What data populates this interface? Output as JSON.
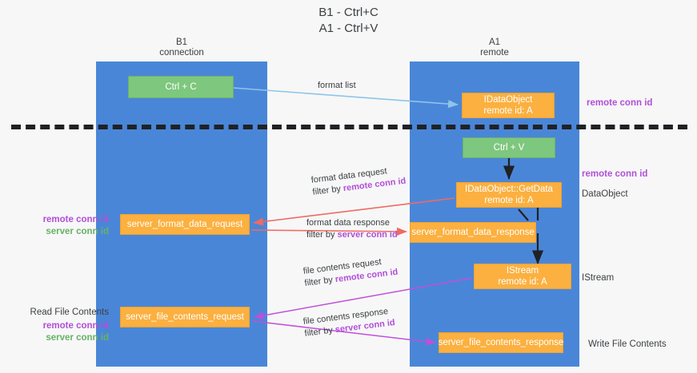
{
  "title": {
    "line1": "B1 - Ctrl+C",
    "line2": "A1 - Ctrl+V"
  },
  "lanes": [
    {
      "name": "B1",
      "subtitle": "connection"
    },
    {
      "name": "A1",
      "subtitle": "remote"
    }
  ],
  "nodes": {
    "ctrl_c": {
      "label": "Ctrl + C",
      "sub": "",
      "color": "#7ec77e"
    },
    "idataobject": {
      "label": "IDataObject",
      "sub": "remote id: A",
      "color": "#fbb040"
    },
    "ctrl_v": {
      "label": "Ctrl + V",
      "sub": "",
      "color": "#7ec77e"
    },
    "getdata": {
      "label": "IDataObject::GetData",
      "sub": "remote id: A",
      "color": "#fbb040"
    },
    "fmt_request": {
      "label": "server_format_data_request",
      "sub": "",
      "color": "#fbb040"
    },
    "fmt_response": {
      "label": "server_format_data_response",
      "sub": "",
      "color": "#fbb040"
    },
    "istream": {
      "label": "IStream",
      "sub": "remote id: A",
      "color": "#fbb040"
    },
    "file_request": {
      "label": "server_file_contents_request",
      "sub": "",
      "color": "#fbb040"
    },
    "file_response": {
      "label": "server_file_contents_response",
      "sub": "",
      "color": "#fbb040"
    }
  },
  "edges": {
    "format_list": {
      "line1": "format list",
      "line2_prefix": "",
      "line2_key": ""
    },
    "format_data_req": {
      "line1": "format data request",
      "line2_prefix": "filter by ",
      "line2_key": "remote conn id"
    },
    "format_data_res": {
      "line1": "format data response",
      "line2_prefix": "filter by ",
      "line2_key": "server conn id"
    },
    "file_contents_req": {
      "line1": "file contents request",
      "line2_prefix": "filter by ",
      "line2_key": "remote conn id"
    },
    "file_contents_res": {
      "line1": "file contents response",
      "line2_prefix": "filter by ",
      "line2_key": "server conn id"
    }
  },
  "annotations": {
    "right_1": "remote conn id",
    "right_2": "remote conn id",
    "right_3": "DataObject",
    "right_4": "IStream",
    "right_5": "Write File Contents",
    "left_1_a": "remote conn id",
    "left_1_b": "server conn id",
    "left_2": "Read File Contents",
    "left_3_a": "remote conn id",
    "left_3_b": "server conn id"
  },
  "colors": {
    "lane": "#4a86d8",
    "green_node": "#7ec77e",
    "orange_node": "#fbb040",
    "magenta": "#b14fd8",
    "green_text": "#66b266",
    "arrow_blue": "#8ec5e8",
    "arrow_red": "#f06a62",
    "arrow_black": "#202124",
    "background": "#f7f7f7"
  }
}
